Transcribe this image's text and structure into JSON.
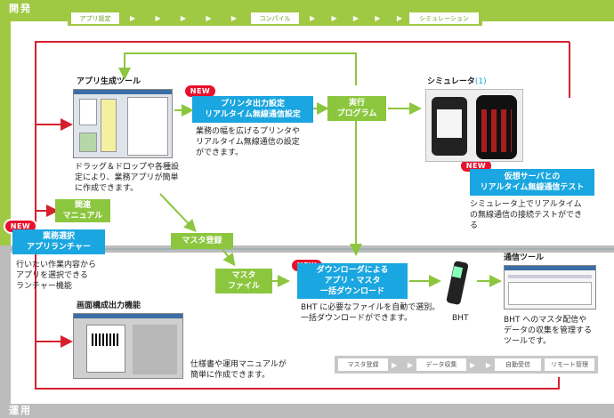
{
  "sections": {
    "dev": "開発",
    "ops": "運用"
  },
  "top_bar": {
    "items": [
      "アプリ設定",
      "コンパイル",
      "シミュレーション"
    ],
    "arrow": "▶"
  },
  "bottom_bar": {
    "items": [
      "マスタ登録",
      "データ収集",
      "自動受信",
      "リモート管理"
    ],
    "arrow": "▶"
  },
  "app_tool": {
    "title": "アプリ生成ツール",
    "desc": [
      "ドラッグ＆ドロップや各種設",
      "定により、業務アプリが簡単",
      "に作成できます。"
    ]
  },
  "new_label": "NEW",
  "printer_box": {
    "lines": [
      "プリンタ出力設定",
      "リアルタイム無線通信設定"
    ]
  },
  "printer_desc": [
    "業務の幅を広げるプリンタや",
    "リアルタイム無線通信の設定",
    "ができます。"
  ],
  "exec_box": {
    "lines": [
      "実行",
      "プログラム"
    ]
  },
  "simulator": {
    "title": "シミュレータ",
    "note": "(1)"
  },
  "virtual_box": {
    "lines": [
      "仮想サーバとの",
      "リアルタイム無線通信テスト"
    ]
  },
  "virtual_desc": [
    "シミュレータ上でリアルタイム",
    "の無線通信の接続テストができ",
    "る"
  ],
  "manual_box": {
    "lines": [
      "関連",
      "マニュアル"
    ]
  },
  "launcher_box": {
    "lines": [
      "業務選択",
      "アプリランチャー"
    ]
  },
  "launcher_desc": [
    "行いたい作業内容から",
    "アプリを選択できる",
    "ランチャー機能"
  ],
  "master_reg": "マスタ登録",
  "master_file": {
    "lines": [
      "マスタ",
      "ファイル"
    ]
  },
  "download_box": {
    "lines": [
      "ダウンローダによる",
      "アプリ・マスタ",
      "一括ダウンロード"
    ]
  },
  "download_desc": [
    "BHT に必要なファイルを自動で選別。",
    "一括ダウンロードができます。"
  ],
  "bht": "BHT",
  "comm_tool": {
    "title": "通信ツール",
    "desc": [
      "BHT へのマスタ配信や",
      "データの収集を管理する",
      "ツールです。"
    ]
  },
  "doc_tool": {
    "title": "画面構成出力機能",
    "desc": [
      "仕様書や運用マニュアルが",
      "簡単に作成できます。"
    ]
  },
  "colors": {
    "accent_blue": "#1aa6e0",
    "accent_green": "#8cc63f",
    "arrow_red": "#d6202e",
    "new_red": "#e8112d"
  }
}
